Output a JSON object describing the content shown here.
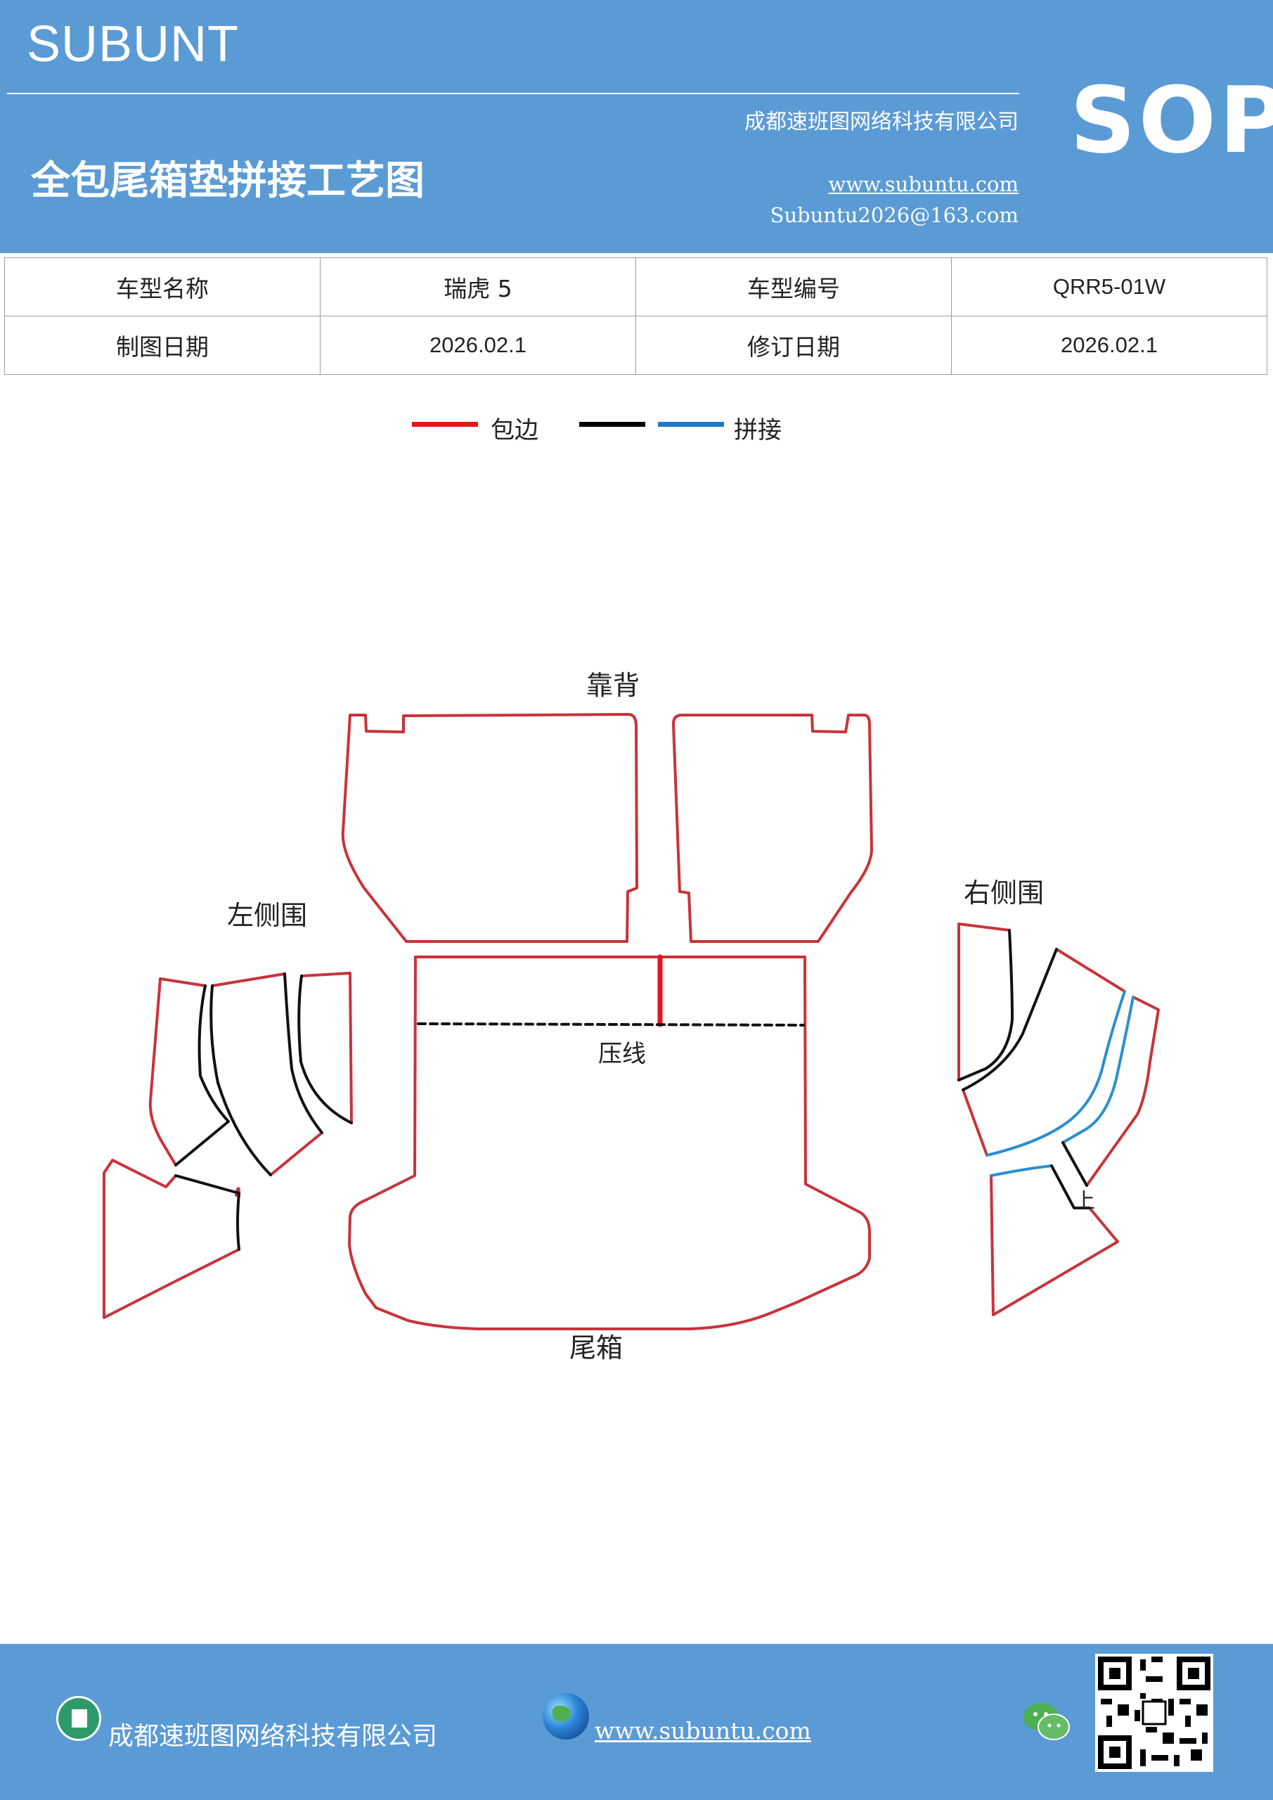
{
  "header": {
    "brand": "SUBUNT",
    "company": "成都速班图网络科技有限公司",
    "title": "全包尾箱垫拼接工艺图",
    "website": "www.subuntu.com",
    "email": "Subuntu2026@163.com",
    "doc_type": "SOP"
  },
  "info_table": {
    "model_name_label": "车型名称",
    "model_name_value": "瑞虎 5",
    "model_code_label": "车型编号",
    "model_code_value": "QRR5-01W",
    "draw_date_label": "制图日期",
    "draw_date_value": "2026.02.1",
    "revise_date_label": "修订日期",
    "revise_date_value": "2026.02.1"
  },
  "legend": {
    "edge_label": "包边",
    "seam_label": "拼接",
    "colors": {
      "edge": "#e8141c",
      "black": "#000000",
      "seam": "#1f78c8"
    }
  },
  "diagram": {
    "backrest_label": "靠背",
    "left_side_label": "左侧围",
    "right_side_label": "右侧围",
    "crease_label": "压线",
    "trunk_label": "尾箱",
    "up_mark": "上",
    "colors": {
      "outline": "#c8333a",
      "seam": "#2a8fd0",
      "black": "#111111"
    }
  },
  "footer": {
    "company": "成都速班图网络科技有限公司",
    "website": "www.subuntu.com"
  }
}
